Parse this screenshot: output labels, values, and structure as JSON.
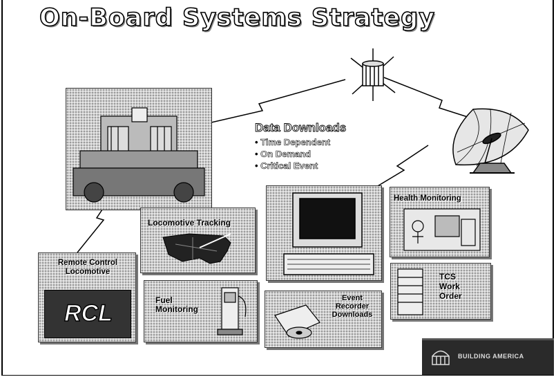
{
  "title": "On-Board Systems Strategy",
  "data_downloads": {
    "heading": "Data Downloads",
    "items": [
      "Time Dependent",
      "On Demand",
      "Critical Event"
    ]
  },
  "panels": {
    "locomotive_tracking": "Locomotive Tracking",
    "remote_control": "Remote Control Locomotive",
    "rcl_badge": "RCL",
    "fuel_monitoring": "Fuel Monitoring",
    "event_recorder": "Event Recorder Downloads",
    "health_monitoring": "Health Monitoring",
    "tcs_work_order": "TCS Work Order"
  },
  "logo": {
    "text": "BUILDING AMERICA"
  }
}
